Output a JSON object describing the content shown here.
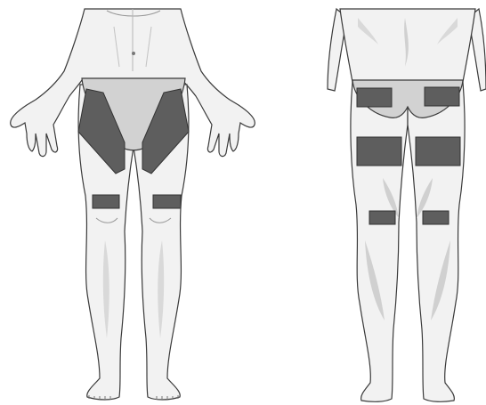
{
  "figure": {
    "views": [
      {
        "id": "front",
        "view": "front"
      },
      {
        "id": "back",
        "view": "back"
      }
    ],
    "colors": {
      "background": "#ffffff",
      "skin": "#f2f2f2",
      "skin_shadow": "#d9d9d9",
      "outline": "#3a3a3a",
      "underwear": "#d2d2d2",
      "marked_area": "#5e5e5e",
      "marked_outline": "#333333"
    },
    "front_marked_areas": [
      "left-upper-thigh",
      "right-upper-thigh",
      "left-knee",
      "right-knee"
    ],
    "back_marked_areas": [
      "left-buttock",
      "right-buttock",
      "left-back-thigh",
      "right-back-thigh",
      "left-back-knee",
      "right-back-knee"
    ]
  }
}
